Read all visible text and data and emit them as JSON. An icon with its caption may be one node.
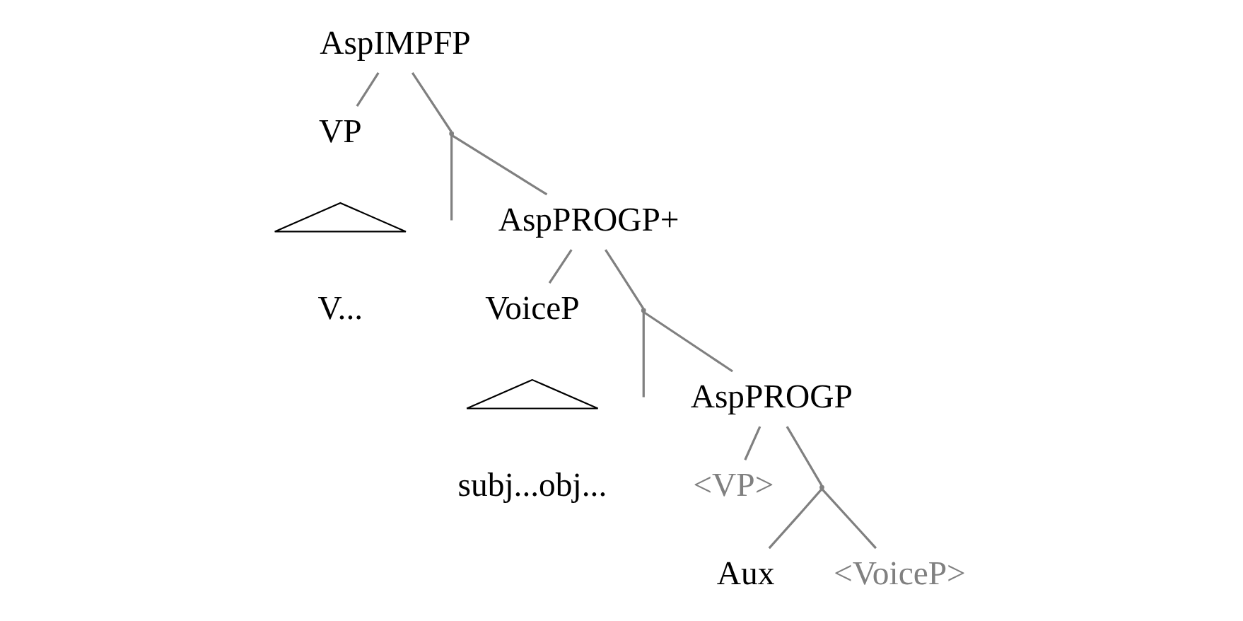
{
  "diagram": {
    "nodes": [
      {
        "text": [
          "AspIMPFP"
        ]
      },
      {
        "text": [],
        "shape": "point"
      },
      {
        "text": [
          "VP"
        ]
      },
      {
        "text": [],
        "shape": "triangle"
      },
      {
        "text": [
          "V..."
        ]
      },
      {
        "text": [
          "AspPROGP+"
        ]
      },
      {
        "text": [],
        "shape": "point"
      },
      {
        "text": [
          "VoiceP"
        ]
      },
      {
        "text": [],
        "shape": "triangle"
      },
      {
        "text": [
          "subj...obj..."
        ]
      },
      {
        "text": [
          "AspPROGP"
        ]
      },
      {
        "text": [],
        "shape": "point"
      },
      {
        "text": [
          "<VP>"
        ]
      },
      {
        "text": [
          "Aux"
        ]
      },
      {
        "text": [
          "<VoiceP>"
        ]
      }
    ],
    "edges": [
      {
        "from": 0,
        "to": 2,
        "arrow": "none"
      },
      {
        "from": 0,
        "to": 1,
        "arrow": "none"
      },
      {
        "from": 1,
        "to": null,
        "arrow": "none"
      },
      {
        "from": 1,
        "to": 5,
        "arrow": "none"
      },
      {
        "from": 5,
        "to": 7,
        "arrow": "none"
      },
      {
        "from": 5,
        "to": 6,
        "arrow": "none"
      },
      {
        "from": 6,
        "to": null,
        "arrow": "none"
      },
      {
        "from": 6,
        "to": 10,
        "arrow": "none"
      },
      {
        "from": 10,
        "to": 12,
        "arrow": "none"
      },
      {
        "from": 10,
        "to": 11,
        "arrow": "none"
      },
      {
        "from": 11,
        "to": 13,
        "arrow": "none"
      },
      {
        "from": 11,
        "to": 14,
        "arrow": "none"
      }
    ]
  }
}
